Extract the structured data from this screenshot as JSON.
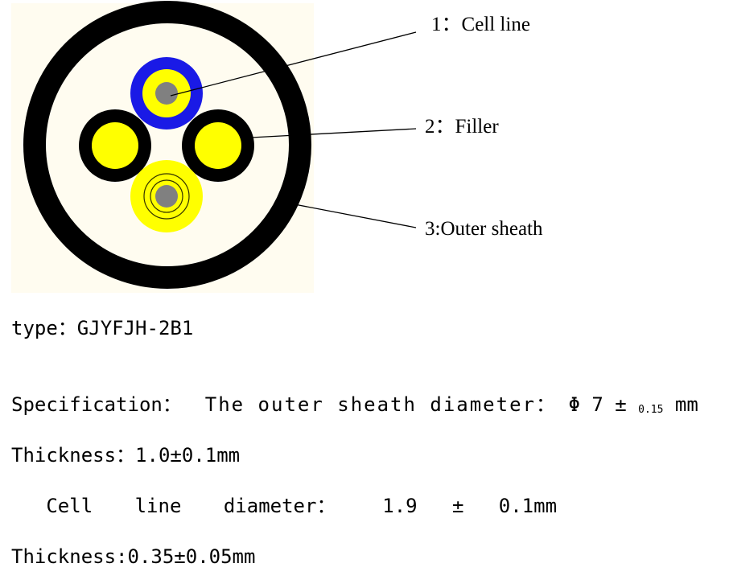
{
  "diagram": {
    "callouts": [
      {
        "number": "1",
        "separator": "：",
        "label": "Cell line"
      },
      {
        "number": "2",
        "separator": "：",
        "label": "Filler"
      },
      {
        "number": "3",
        "separator": ":",
        "label": "Outer sheath"
      }
    ],
    "colors": {
      "background": "#fffcf0",
      "outer_sheath": "#000000",
      "blue_jacket": "#1a1ae6",
      "yellow": "#ffff00",
      "core": "#808080",
      "filler_ring": "#000000"
    }
  },
  "specs": {
    "type_label": "type：",
    "type_value": "GJYFJH-2B1",
    "spec_label": "Specification：",
    "outer_sheath_label": "The outer sheath diameter：",
    "outer_diameter_symbol": "Φ",
    "outer_diameter_value": "7",
    "outer_diameter_pm": "±",
    "outer_diameter_tol": "0.15",
    "outer_diameter_unit": "mm",
    "thickness1_label": "Thickness：",
    "thickness1_value": "1.0±0.1mm",
    "cell_line_label": "Cell line diameter：",
    "cell_line_value": "1.9",
    "cell_line_pm": "±",
    "cell_line_tol": "0.1mm",
    "thickness2_label": "Thickness:",
    "thickness2_value": "0.35±0.05mm"
  }
}
